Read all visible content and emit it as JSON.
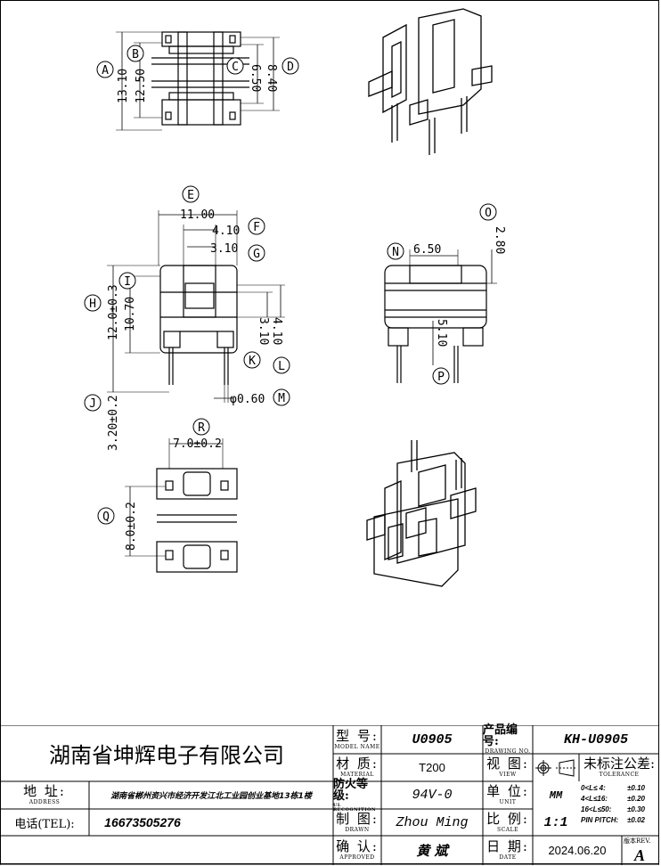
{
  "dims": {
    "top": [
      "13.10",
      "12.50",
      "6.50",
      "8.40"
    ],
    "front": [
      "11.00",
      "4.10",
      "3.10",
      "12.0±0.3",
      "10.70",
      "3.10",
      "4.10",
      "3.20±0.2",
      "0.60"
    ],
    "phi": "φ",
    "side": [
      "6.50",
      "2.80",
      "5.10"
    ],
    "bottom": [
      "7.0±0.2",
      "8.0±0.2"
    ]
  },
  "balloons": [
    "A",
    "B",
    "C",
    "D",
    "E",
    "F",
    "G",
    "H",
    "I",
    "J",
    "K",
    "L",
    "M",
    "N",
    "O",
    "P",
    "Q",
    "R"
  ],
  "title_block": {
    "company": "湖南省坤辉电子有限公司",
    "model_label_zh": "型  号:",
    "model_label_en": "MODEL NAME",
    "model_value": "U0905",
    "drawing_no_label_zh": "产品编号:",
    "drawing_no_label_en": "DRAWING NO.",
    "drawing_no_value": "KH-U0905",
    "material_label_zh": "材  质:",
    "material_label_en": "MATERIAL",
    "material_value": "T200",
    "view_label_zh": "视  图:",
    "view_label_en": "VIEW",
    "tolerance_label_zh": "未标注公差:",
    "tolerance_label_en": "TOLERANCE",
    "address_label_zh": "地  址:",
    "address_label_en": "ADDRESS",
    "address_value": "湖南省郴州资兴市经济开发江北工业园创业基地13栋1楼",
    "fire_label_zh": "防火等级:",
    "fire_label_en": "UL RECOGNITION",
    "fire_value": "94V-0",
    "unit_label_zh": "单  位:",
    "unit_label_en": "UNIT",
    "unit_value": "MM",
    "tolerance_rows": [
      {
        "range": "0<L≤ 4:",
        "value": "±0.10"
      },
      {
        "range": "4<L≤16:",
        "value": "±0.20"
      },
      {
        "range": "16<L≤50:",
        "value": "±0.30"
      },
      {
        "range": "PIN PITCH:",
        "value": "±0.02"
      }
    ],
    "tel_label": "电话(TEL):",
    "tel_value": "16673505276",
    "drawn_label_zh": "制  图:",
    "drawn_label_en": "DRAWN",
    "drawn_value": "Zhou Ming",
    "scale_label_zh": "比  例:",
    "scale_label_en": "SCALE",
    "scale_value": "1:1",
    "approved_label_zh": "确  认:",
    "approved_label_en": "APPROVED",
    "approved_value": "黄 斌",
    "date_label_zh": "日  期:",
    "date_label_en": "DATE",
    "date_value": "2024.06.20",
    "rev_label": "版本REV.",
    "rev_value": "A"
  }
}
